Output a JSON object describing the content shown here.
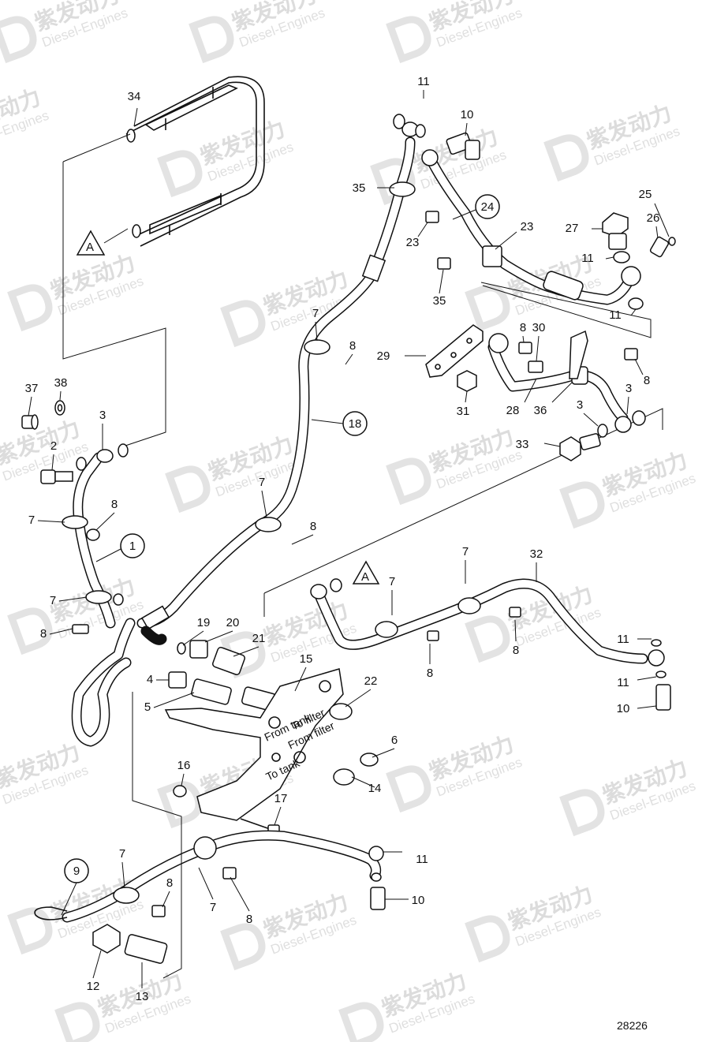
{
  "watermark": {
    "brand": "紫发动力",
    "sub": "Diesel-Engines"
  },
  "figure_number": "28226",
  "section_ref": "A",
  "callouts": [
    "1",
    "2",
    "3",
    "4",
    "5",
    "6",
    "7",
    "8",
    "9",
    "10",
    "11",
    "12",
    "13",
    "14",
    "15",
    "16",
    "17",
    "18",
    "19",
    "20",
    "21",
    "22",
    "23",
    "24",
    "25",
    "26",
    "27",
    "28",
    "29",
    "30",
    "31",
    "32",
    "33",
    "34",
    "35",
    "36",
    "37",
    "38"
  ],
  "plate_text": [
    "From tank",
    "To filter",
    "From filter",
    "To tank"
  ]
}
